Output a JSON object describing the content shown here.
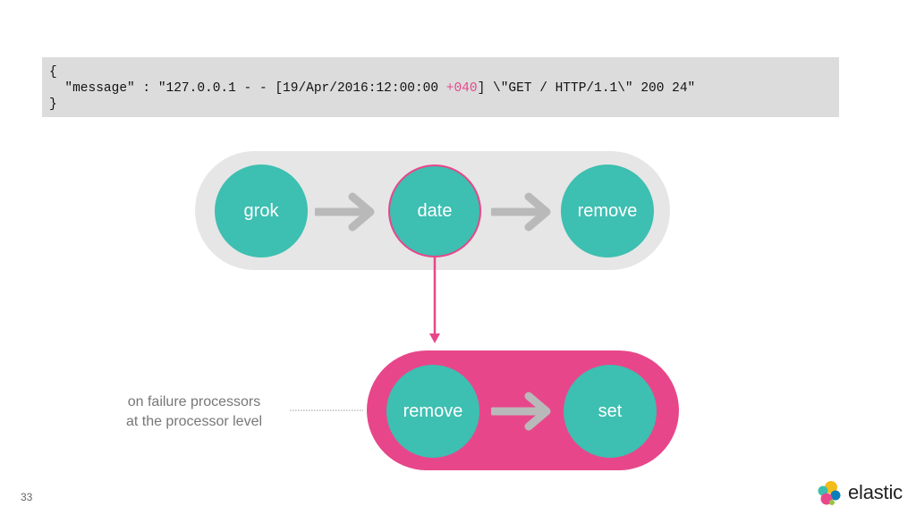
{
  "code": {
    "line1": "{",
    "line2_a": "  \"message\" : \"127.0.0.1 - - [19/Apr/2016:12:00:00 ",
    "line2_tz": "+040",
    "line2_b": "] \\\"GET / HTTP/1.1\\\" 200 24\"",
    "line3": "}"
  },
  "pipeline": {
    "processors": [
      "grok",
      "date",
      "remove"
    ],
    "selected": "date"
  },
  "on_failure": {
    "processors": [
      "remove",
      "set"
    ],
    "note_line1": "on failure processors",
    "note_line2": "at the processor level"
  },
  "footer": {
    "page_number": "33",
    "brand": "elastic"
  },
  "colors": {
    "node": "#3dbfb1",
    "accent": "#e8468a",
    "pipeline_bg": "#e6e6e6",
    "code_bg": "#dcdcdc"
  }
}
